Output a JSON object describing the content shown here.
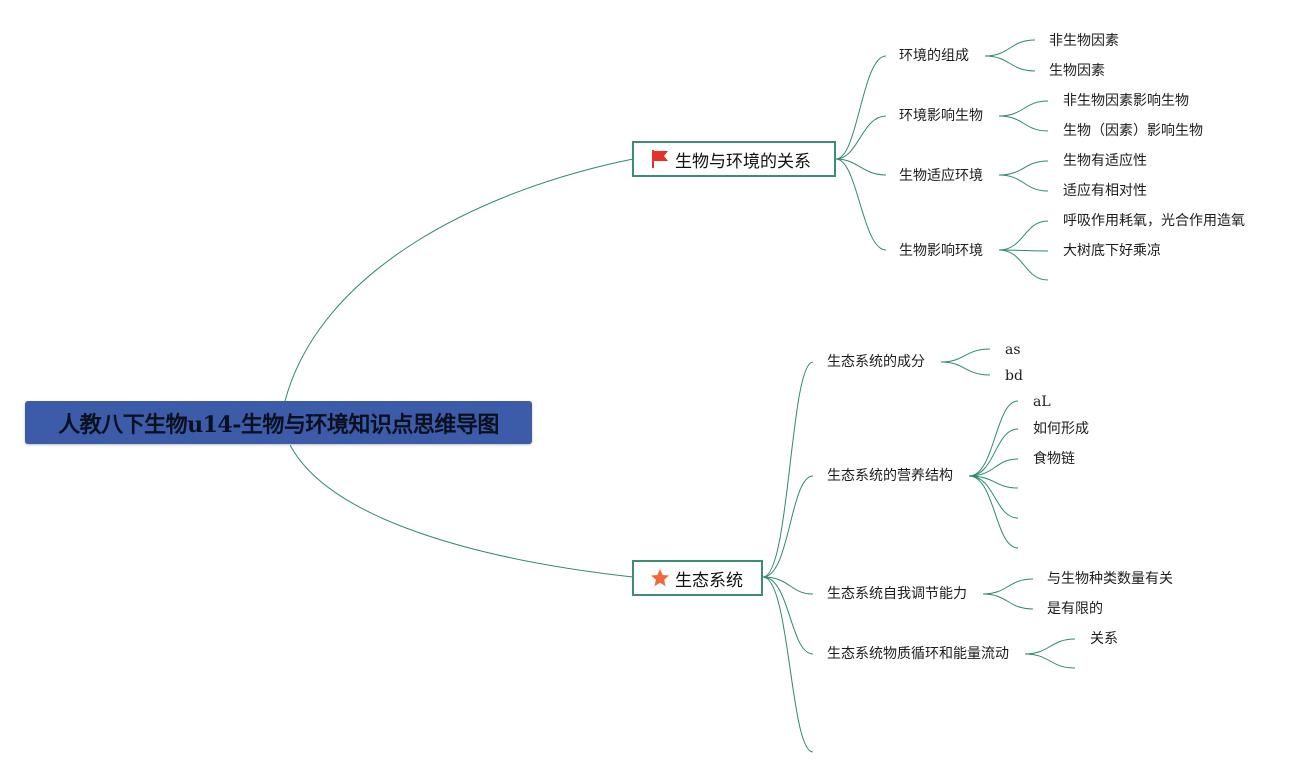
{
  "root": {
    "title": "人教八下生物u14-生物与环境知识点思维导图"
  },
  "branches": {
    "relation": {
      "label": "生物与环境的关系",
      "icon": "red-flag-icon",
      "topics": {
        "composition": {
          "label": "环境的组成",
          "items": [
            "非生物因素",
            "生物因素"
          ]
        },
        "env_affects": {
          "label": "环境影响生物",
          "items": [
            "非生物因素影响生物",
            "生物（因素）影响生物"
          ]
        },
        "adapt": {
          "label": "生物适应环境",
          "items": [
            "生物有适应性",
            "适应有相对性"
          ]
        },
        "org_affects": {
          "label": "生物影响环境",
          "items": [
            "呼吸作用耗氧，光合作用造氧",
            "大树底下好乘凉",
            ""
          ]
        }
      }
    },
    "ecosystem": {
      "label": "生态系统",
      "icon": "orange-star-icon",
      "topics": {
        "components": {
          "label": "生态系统的成分",
          "items": [
            "as",
            "bd"
          ]
        },
        "nutrition": {
          "label": "生态系统的营养结构",
          "items": [
            "aL",
            "如何形成",
            "食物链",
            "",
            "",
            ""
          ]
        },
        "regulation": {
          "label": "生态系统自我调节能力",
          "items": [
            "与生物种类数量有关",
            "是有限的"
          ]
        },
        "cycle": {
          "label": "生态系统物质循环和能量流动",
          "items": [
            "关系",
            ""
          ]
        },
        "empty": {
          "label": ""
        }
      }
    }
  },
  "colors": {
    "line": "#2f8a6c",
    "root_fill": "#3c5ba8",
    "flag": "#e8302a",
    "star": "#f0683a"
  }
}
